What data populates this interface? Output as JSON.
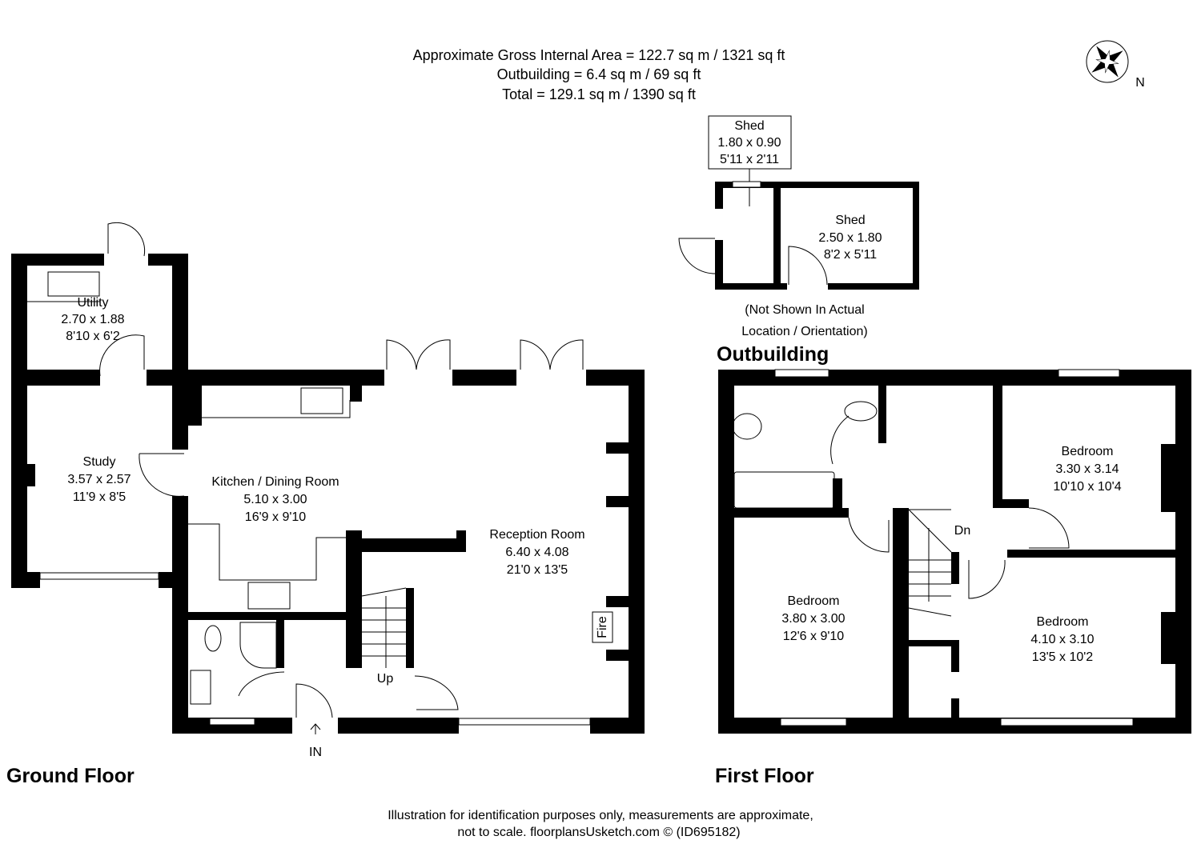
{
  "header": {
    "line1": "Approximate Gross Internal Area = 122.7 sq m / 1321 sq ft",
    "line2": "Outbuilding = 6.4 sq m / 69 sq ft",
    "line3": "Total = 129.1 sq m / 1390 sq ft"
  },
  "compass": {
    "icon": "compass-rose-icon",
    "label": "N"
  },
  "ground_floor": {
    "title": "Ground Floor",
    "rooms": [
      {
        "name": "Utility",
        "metric": "2.70 x 1.88",
        "imperial": "8'10 x 6'2"
      },
      {
        "name": "Study",
        "metric": "3.57 x 2.57",
        "imperial": "11'9 x 8'5"
      },
      {
        "name": "Kitchen / Dining Room",
        "metric": "5.10 x 3.00",
        "imperial": "16'9 x 9'10"
      },
      {
        "name": "Reception Room",
        "metric": "6.40 x 4.08",
        "imperial": "21'0 x 13'5"
      }
    ],
    "labels": {
      "up": "Up",
      "in": "IN",
      "fire": "Fire"
    }
  },
  "first_floor": {
    "title": "First Floor",
    "rooms": [
      {
        "name": "Bedroom",
        "metric": "3.30 x 3.14",
        "imperial": "10'10 x 10'4"
      },
      {
        "name": "Bedroom",
        "metric": "3.80 x 3.00",
        "imperial": "12'6 x 9'10"
      },
      {
        "name": "Bedroom",
        "metric": "4.10 x 3.10",
        "imperial": "13'5 x 10'2"
      }
    ],
    "labels": {
      "dn": "Dn"
    }
  },
  "outbuilding": {
    "title": "Outbuilding",
    "note_line1": "(Not Shown In Actual",
    "note_line2": "Location / Orientation)",
    "rooms": [
      {
        "name": "Shed",
        "metric": "1.80 x 0.90",
        "imperial": "5'11 x 2'11"
      },
      {
        "name": "Shed",
        "metric": "2.50 x 1.80",
        "imperial": "8'2 x 5'11"
      }
    ]
  },
  "footer": {
    "line1": "Illustration for identification purposes only, measurements are approximate,",
    "line2": "not to scale. floorplansUsketch.com © (ID695182)"
  }
}
